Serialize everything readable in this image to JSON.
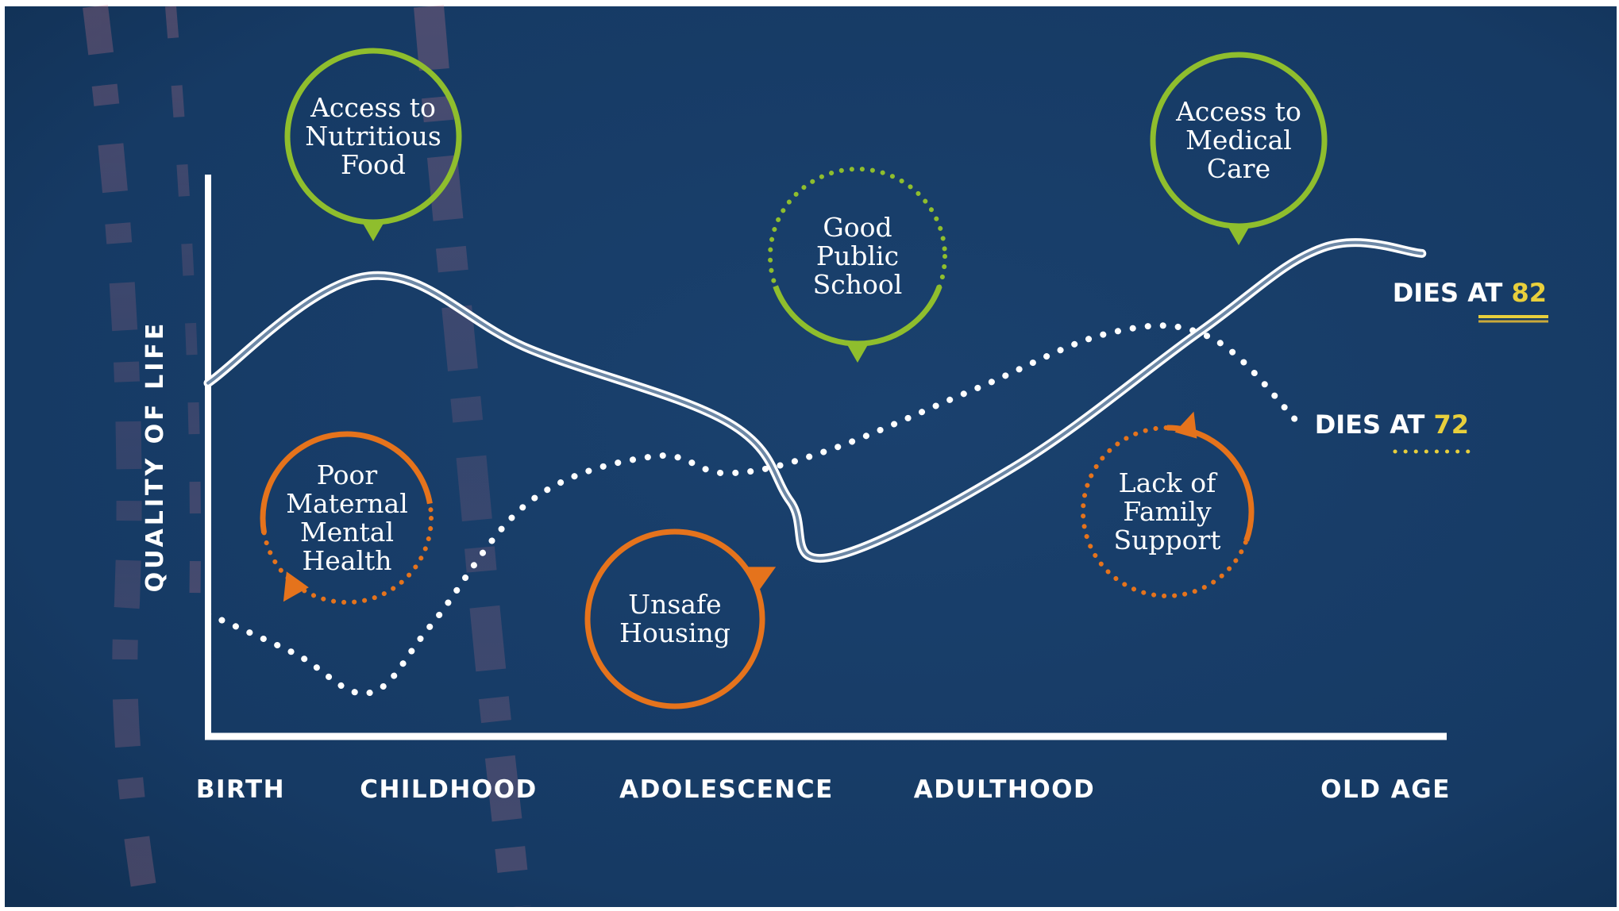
{
  "colors": {
    "background": "#14365e",
    "white": "#ffffff",
    "green": "#8fbe2d",
    "orange": "#e5731c",
    "yellow": "#e8cf3c"
  },
  "chart_data": {
    "type": "line",
    "ylabel": "QUALITY OF LIFE",
    "categories": [
      "BIRTH",
      "CHILDHOOD",
      "ADOLESCENCE",
      "ADULTHOOD",
      "OLD AGE"
    ],
    "grid": false,
    "series": [
      {
        "style": "double-solid-white",
        "end_label_prefix": "DIES AT",
        "end_label_value": "82",
        "end_key_style": "double-yellow-underline",
        "x": [
          0,
          0.13,
          0.26,
          0.42,
          0.47,
          0.5,
          0.65,
          0.8,
          0.9,
          0.98
        ],
        "y": [
          0.63,
          0.82,
          0.69,
          0.56,
          0.42,
          0.32,
          0.48,
          0.72,
          0.87,
          0.86
        ]
      },
      {
        "style": "dotted-white",
        "end_label_prefix": "DIES AT",
        "end_label_value": "72",
        "end_key_style": "dotted-yellow",
        "x": [
          0,
          0.07,
          0.13,
          0.18,
          0.26,
          0.36,
          0.42,
          0.5,
          0.62,
          0.73,
          0.81,
          0.88
        ],
        "y": [
          0.22,
          0.15,
          0.08,
          0.2,
          0.42,
          0.5,
          0.47,
          0.51,
          0.62,
          0.72,
          0.71,
          0.56
        ]
      }
    ],
    "annotations": [
      {
        "text": [
          "Access to",
          "Nutritious",
          "Food"
        ],
        "type": "positive",
        "border": "solid"
      },
      {
        "text": [
          "Good",
          "Public",
          "School"
        ],
        "type": "positive",
        "border": "dotted-solid"
      },
      {
        "text": [
          "Access to",
          "Medical",
          "Care"
        ],
        "type": "positive",
        "border": "solid"
      },
      {
        "text": [
          "Poor",
          "Maternal",
          "Mental",
          "Health"
        ],
        "type": "negative",
        "border": "dotted-solid"
      },
      {
        "text": [
          "Unsafe",
          "Housing"
        ],
        "type": "negative",
        "border": "solid"
      },
      {
        "text": [
          "Lack of",
          "Family",
          "Support"
        ],
        "type": "negative",
        "border": "dotted-solid"
      }
    ]
  }
}
